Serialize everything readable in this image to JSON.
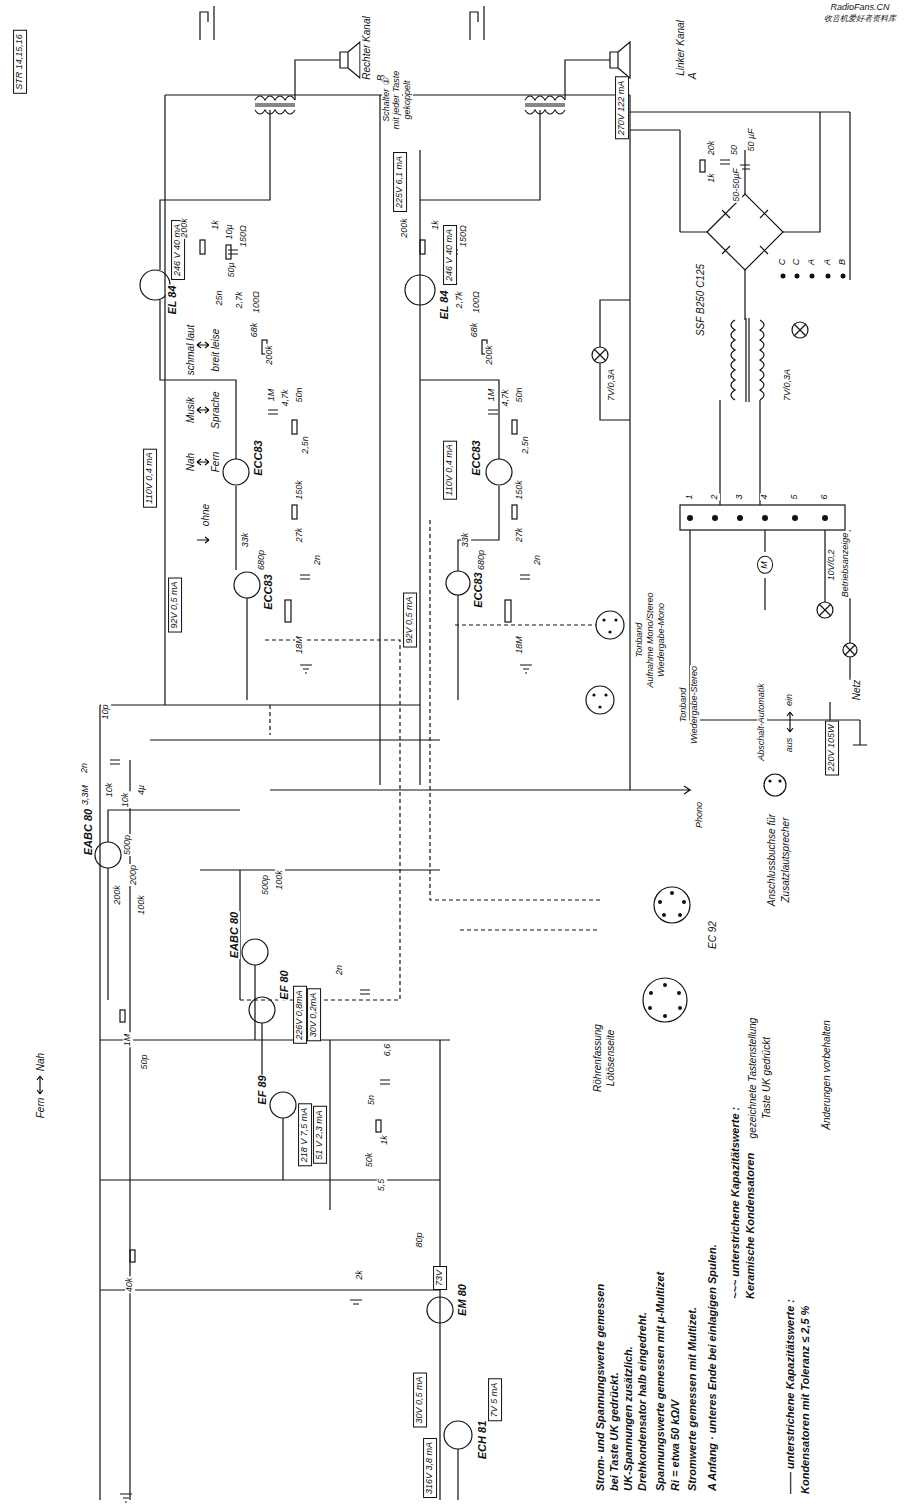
{
  "diagram": {
    "nodes": [
      {
        "text": [
          "STR 14,15,16"
        ]
      },
      {
        "text": [
          "270V 122 mA"
        ]
      },
      {
        "text": [
          "246 V 40 mA"
        ]
      },
      {
        "text": [
          "225V 6,1 mA"
        ]
      },
      {
        "text": [
          "246 V 40 mA"
        ]
      },
      {
        "text": [
          "110V 0,4 mA"
        ]
      },
      {
        "text": [
          "110V 0,4 mA"
        ]
      },
      {
        "text": [
          "92V 0,5 mA"
        ]
      },
      {
        "text": [
          "92V 0,5 mA"
        ]
      },
      {
        "text": [
          "220V 105W"
        ]
      },
      {
        "text": [
          "226V 0,8mA"
        ]
      },
      {
        "text": [
          "30V 0,2mA"
        ]
      },
      {
        "text": [
          "218 V 7,5 mA"
        ]
      },
      {
        "text": [
          "51 V 2,3 mA"
        ]
      },
      {
        "text": [
          "73V"
        ]
      },
      {
        "text": [
          "30V 0,5 mA"
        ]
      },
      {
        "text": [
          "316V 3,8 mA"
        ]
      },
      {
        "text": [
          "7V 5 mA"
        ]
      },
      {
        "text": [
          "M"
        ]
      }
    ],
    "labels": [
      "RadioFans.CN",
      "收音机爱好者资料库",
      "Rechter Kanal",
      "B",
      "Schalter ①",
      "mit jeder Taste",
      "gekoppelt",
      "Linker Kanal",
      "A",
      "EL 84",
      "EL 84",
      "ECC83",
      "ECC83",
      "schmal laut",
      "breit leise",
      "Musik",
      "Sprache",
      "Nah",
      "Fern",
      "ohne",
      "ECC83",
      "ECC83",
      "SSF B250 C125",
      "Tonband",
      "Aufnahme Mono/Stereo",
      "Wiedergabe-Mono",
      "Tonband",
      "Wiedergabe-Stereo",
      "Phono",
      "Netz",
      "10V/0,2",
      "Betriebsanzeige",
      "Abschalt-Automatik",
      "aus",
      "ein",
      "7V/0,3A",
      "7V/0,3A",
      "Anschlussbuchse für",
      "Zusatzlautsprecher",
      "Röhrenfassung",
      "Lötösenseite",
      "EC 92",
      "gezeichnete Tastenstellung",
      "Taste UK gedrückt",
      "Änderungen vorbehalten",
      "Strom- und Spannungswerte gemessen",
      "bei Taste UK gedrückt.",
      "UK-Spannungen zusätzlich.",
      "Drehkondensator halb eingedreht.",
      "Spannungswerte gemessen mit µ-Multizet",
      "Ri = etwa 50 kΩ/V",
      "Stromwerte gemessen mit Multizet.",
      "A Anfang · unteres Ende bei einlagigen Spulen.",
      "~~~ unterstrichene Kapazitätswerte :",
      "Keramische Kondensatoren",
      "—— unterstrichene Kapazitätswerte :",
      "Kondensatoren mit Toleranz ≤ 2,5 %",
      "EABC 80",
      "EABC 80",
      "EF 80",
      "EF 89",
      "EM 80",
      "ECH 81",
      "Nah",
      "Fern",
      "1",
      "2",
      "3",
      "4",
      "5",
      "6",
      "C",
      "C",
      "A",
      "A",
      "B",
      "20k",
      "50",
      "50 µF",
      "1k",
      "50-50µF",
      "200k",
      "1k",
      "10µ",
      "150Ω",
      "50µ",
      "25n",
      "2,7k",
      "100Ω",
      "68k",
      "200k",
      "1M",
      "4,7k",
      "50n",
      "2,5n",
      "150k",
      "27k",
      "2n",
      "680p",
      "33k",
      "18M",
      "200k",
      "1k",
      "150Ω",
      "2,7k",
      "100Ω",
      "68k",
      "200k",
      "1M",
      "4,7k",
      "50n",
      "2,5n",
      "150k",
      "27k",
      "2n",
      "680p",
      "33k",
      "18M",
      "3,3M",
      "2n",
      "10k",
      "10k",
      "4µ",
      "500p",
      "200k",
      "200p",
      "100k",
      "500p",
      "100k",
      "10p",
      "1M",
      "50p",
      "2n",
      "5n",
      "1k",
      "50k",
      "2k",
      "40k",
      "80p",
      "6,6",
      "5,5"
    ]
  }
}
